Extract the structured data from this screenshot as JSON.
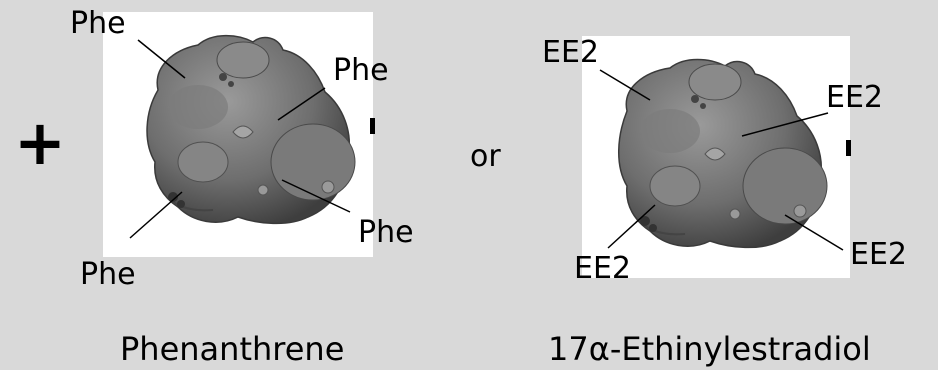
{
  "operator": "+",
  "connector": "or",
  "left_panel": {
    "caption": "Phenanthrene",
    "labels": [
      "Phe",
      "Phe",
      "Phe",
      "Phe"
    ]
  },
  "right_panel": {
    "caption": "17α-Ethinylestradiol",
    "labels": [
      "EE2",
      "EE2",
      "EE2",
      "EE2"
    ]
  },
  "colors": {
    "background": "#d9d9d9",
    "panel": "#ffffff",
    "particle": "#6b6b6b"
  }
}
